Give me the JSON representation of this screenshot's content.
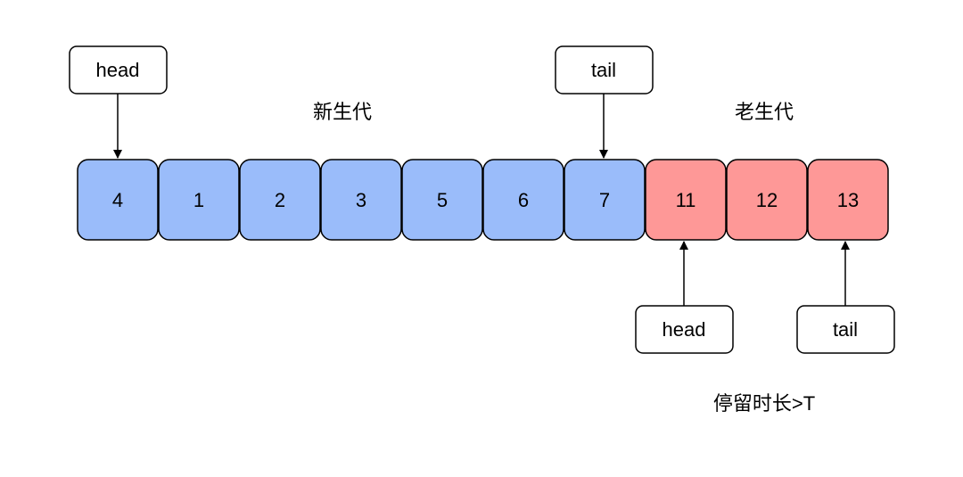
{
  "sections": {
    "young_generation_label": "新生代",
    "old_generation_label": "老生代",
    "condition_label": "停留时长>T"
  },
  "young_cells": [
    "4",
    "1",
    "2",
    "3",
    "5",
    "6",
    "7"
  ],
  "old_cells": [
    "11",
    "12",
    "13"
  ],
  "pointers": {
    "young_head": "head",
    "young_tail": "tail",
    "old_head": "head",
    "old_tail": "tail"
  },
  "colors": {
    "young_fill": "#9ABCFA",
    "old_fill": "#FE9897",
    "stroke": "#000000"
  }
}
